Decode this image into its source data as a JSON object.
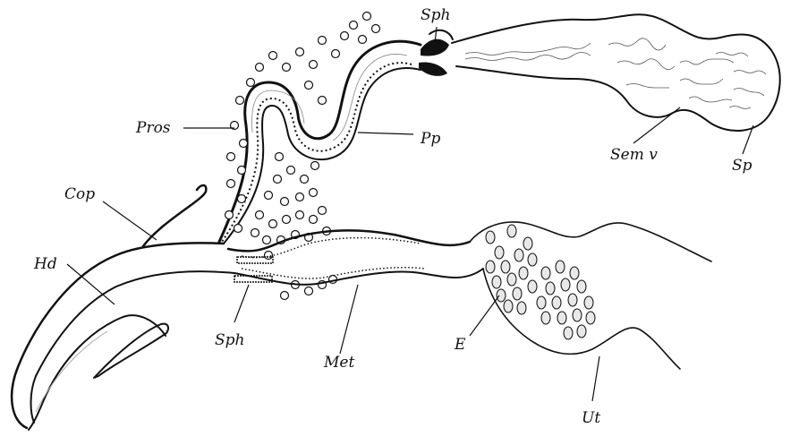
{
  "colors": {
    "ink": "#111111",
    "paper": "#ffffff",
    "cell": "#e8e8e8",
    "stipple": "#9a9a9a"
  },
  "labels": {
    "sph_top": "Sph",
    "pros": "Pros",
    "pp": "Pp",
    "sem_v": "Sem v",
    "sp": "Sp",
    "cop": "Cop",
    "hd": "Hd",
    "sph_bottom": "Sph",
    "met": "Met",
    "e": "E",
    "ut": "Ut"
  }
}
